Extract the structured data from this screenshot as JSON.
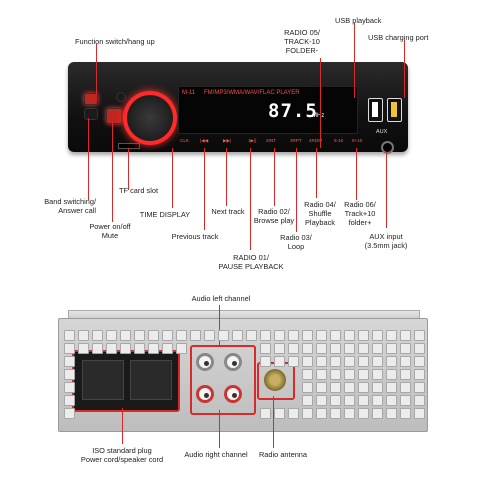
{
  "front": {
    "model": "M-11",
    "format_text": "FM/MP3/WMA/WAV/FLAC PLAYER",
    "display_value": "87.5",
    "display_unit": "MHz",
    "aux_label": "AUX",
    "button_labels": [
      "CLK",
      "|◀◀",
      "▶▶|",
      "1▶||",
      "2INT",
      "3RPT",
      "4RDM",
      "5-10",
      "6+10"
    ]
  },
  "labels": {
    "function_switch": "Function switch/hang up",
    "radio05": "RADIO 05/\nTRACK-10\nFOLDER-",
    "usb_playback": "USB playback",
    "usb_charging": "USB charging port",
    "band_switch": "Band switching/\nAnswer call",
    "tf_slot": "TF card slot",
    "power": "Power on/off\nMute",
    "time_display": "TIME DISPLAY",
    "next_track": "Next track",
    "previous_track": "Previous track",
    "radio02": "Radio 02/\nBrowse play",
    "radio03": "Radio 03/\nLoop",
    "radio04": "Radio 04/\nShuffle\nPlayback",
    "radio06": "Radio 06/\nTrack+10\nfolder+",
    "radio01": "RADIO 01/\nPAUSE PLAYBACK",
    "aux_input": "AUX input\n(3.5mm jack)",
    "audio_left": "Audio left channel",
    "iso_plug": "ISO standard plug\nPower cord/speaker cord",
    "audio_right": "Audio right channel",
    "radio_antenna": "Radio antenna"
  },
  "colors": {
    "accent": "#d92a2a"
  }
}
